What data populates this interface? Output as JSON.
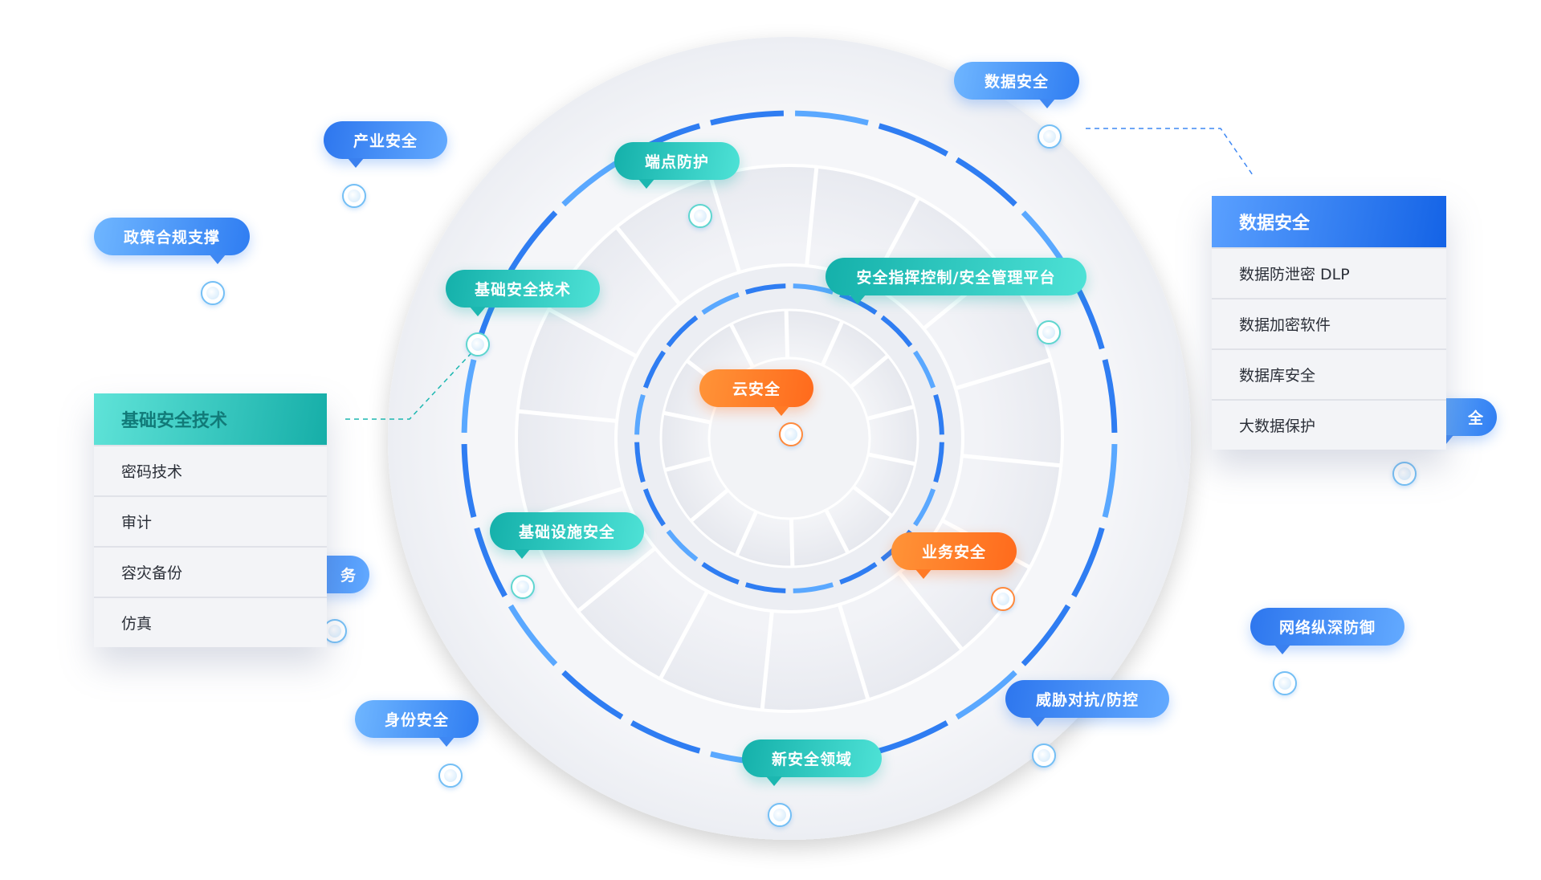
{
  "colors": {
    "blue": "#2f7df2",
    "teal": "#16aea8",
    "orange": "#ff6a1c",
    "ring_bg": "#eef0f4"
  },
  "center": {
    "label": "云安全"
  },
  "inner_ring": {
    "platform_label": "安全指挥控制/安全管理平台",
    "business_label": "业务安全"
  },
  "middle_ring": {
    "endpoint_label": "端点防护",
    "basic_tech_label": "基础安全技术",
    "infra_label": "基础设施安全"
  },
  "outer_labels": {
    "data_security": "数据安全",
    "industry_security": "产业安全",
    "policy_compliance": "政策合规支撑",
    "identity_security": "身份安全",
    "new_domain": "新安全领域",
    "threat_defense": "威胁对抗/防控",
    "network_defense": "网络纵深防御",
    "hidden_right_fragment": "全",
    "hidden_left_fragment": "务"
  },
  "panel_left": {
    "title": "基础安全技术",
    "items": [
      "密码技术",
      "审计",
      "容灾备份",
      "仿真"
    ]
  },
  "panel_right": {
    "title": "数据安全",
    "items": [
      "数据防泄密 DLP",
      "数据加密软件",
      "数据库安全",
      "大数据保护"
    ]
  }
}
